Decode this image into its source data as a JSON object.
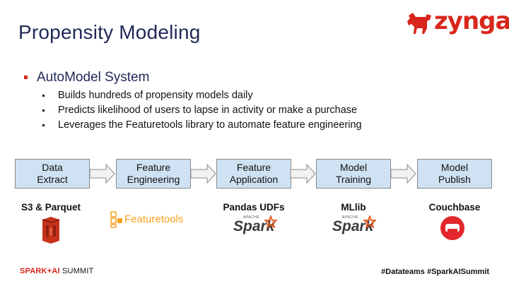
{
  "slide": {
    "title": "Propensity Modeling",
    "logo_text": "zynga",
    "main_bullet": "AutoModel System",
    "sub_bullets": [
      "Builds hundreds of propensity models daily",
      "Predicts likelihood of users to lapse in activity or make a purchase",
      "Leverages the Featuretools library to automate feature engineering"
    ]
  },
  "pipeline": [
    {
      "label": "Data\nExtract",
      "tool": "S3 & Parquet"
    },
    {
      "label": "Feature\nEngineering",
      "tool": "Featuretools"
    },
    {
      "label": "Feature\nApplication",
      "tool": "Pandas UDFs"
    },
    {
      "label": "Model\nTraining",
      "tool": "MLlib"
    },
    {
      "label": "Model\nPublish",
      "tool": "Couchbase"
    }
  ],
  "spark_apache": "APACHE",
  "spark_word": "Spark",
  "footer": {
    "left_brand": "SPARK+AI",
    "left_rest": " SUMMIT",
    "right": "#Datateams  #SparkAISummit"
  },
  "colors": {
    "accent": "#d9261c",
    "title": "#1f2a57",
    "box": "#cfe2f3"
  }
}
